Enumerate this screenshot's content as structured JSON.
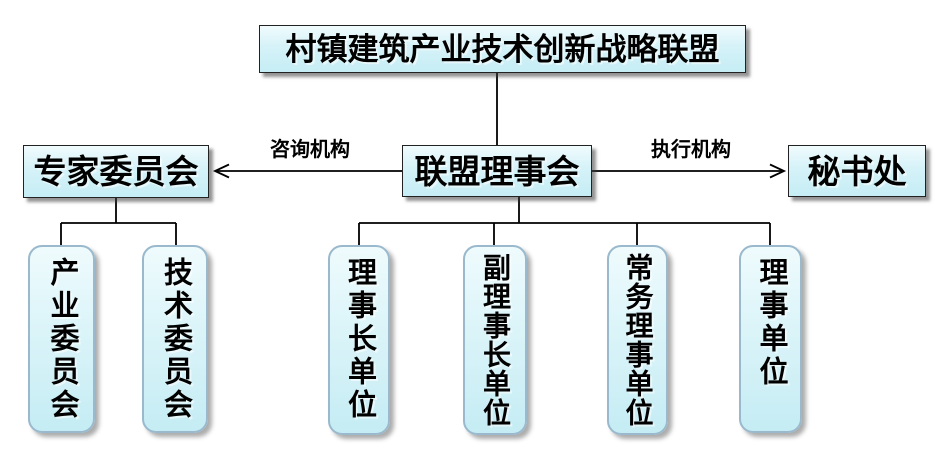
{
  "diagram": {
    "nodes": {
      "root": {
        "label": "村镇建筑产业技术创新战略联盟"
      },
      "expert": {
        "label": "专家委员会"
      },
      "council": {
        "label": "联盟理事会"
      },
      "secretariat": {
        "label": "秘书处"
      },
      "industry": {
        "label": "产业委员会"
      },
      "tech": {
        "label": "技术委员会"
      },
      "chairman": {
        "label": "理事长单位"
      },
      "vice_chairman": {
        "label": "副理事长单位"
      },
      "executive_director": {
        "label": "常务理事单位"
      },
      "director": {
        "label": "理事单位"
      }
    },
    "edge_labels": {
      "advisory": "咨询机构",
      "executive": "执行机构"
    },
    "colors": {
      "box_fill_top": "#f0fbfd",
      "box_fill_bottom": "#c6edf5",
      "rounded_border": "#9ab9cd",
      "rect_border": "#222222",
      "line": "#000000",
      "background": "#ffffff"
    }
  }
}
